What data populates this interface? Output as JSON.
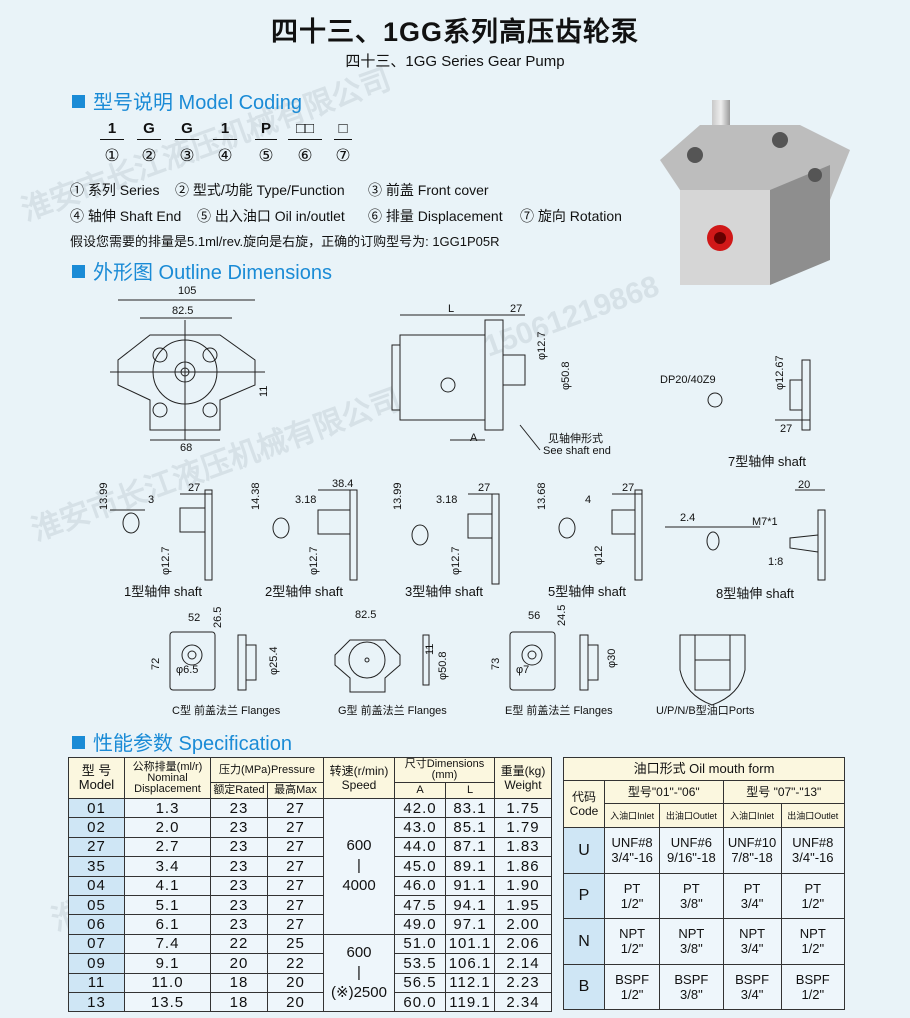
{
  "title": "四十三、1GG系列高压齿轮泵",
  "subtitle": "四十三、1GG Series Gear Pump",
  "watermark": {
    "company": "淮安市长江液压机械有限公司",
    "phone": "15061219868"
  },
  "model_coding": {
    "heading": "型号说明 Model Coding",
    "codes": [
      "1",
      "G",
      "G",
      "1",
      "P",
      "□□",
      "□"
    ],
    "numbers": [
      "①",
      "②",
      "③",
      "④",
      "⑤",
      "⑥",
      "⑦"
    ],
    "legend_row1": [
      "① 系列 Series",
      "② 型式/功能 Type/Function",
      "③ 前盖 Front cover"
    ],
    "legend_row2": [
      "④ 轴伸 Shaft End",
      "⑤ 出入油口 Oil in/outlet",
      "⑥ 排量 Displacement",
      "⑦ 旋向 Rotation"
    ],
    "example": "假设您需要的排量是5.1ml/rev.旋向是右旋，正确的订购型号为: 1GG1P05R"
  },
  "outline": {
    "heading": "外形图 Outline Dimensions",
    "front": {
      "w105": "105",
      "w825": "82.5",
      "w68": "68",
      "h11": "11"
    },
    "side": {
      "L": "L",
      "d27": "27",
      "d127": "φ12.7",
      "d508": "φ50.8",
      "A": "A",
      "note_cn": "见轴伸形式",
      "note_en": "See shaft end"
    },
    "shaft7": {
      "spline": "DP20/40Z9",
      "d": "φ12.67",
      "len": "27",
      "label": "7型轴伸 shaft"
    },
    "shaft1": {
      "h": "13.99",
      "k": "3",
      "len": "27",
      "d": "φ12.7",
      "label": "1型轴伸 shaft"
    },
    "shaft2": {
      "h": "14.38",
      "k": "3.18",
      "len": "38.4",
      "d": "φ12.7",
      "label": "2型轴伸 shaft"
    },
    "shaft3": {
      "h": "13.99",
      "k": "3.18",
      "len": "27",
      "d": "φ12.7",
      "label": "3型轴伸 shaft"
    },
    "shaft5": {
      "h": "13.68",
      "k": "4",
      "len": "27",
      "d": "φ12",
      "label": "5型轴伸 shaft"
    },
    "shaft8": {
      "k": "2.4",
      "thread": "M7*1",
      "taper": "1:8",
      "len": "20",
      "label": "8型轴伸 shaft"
    },
    "flangeC": {
      "w": "52",
      "h": "26.5",
      "h2": "72",
      "hole": "φ6.5",
      "d": "φ25.4",
      "label": "C型 前盖法兰 Flanges"
    },
    "flangeG": {
      "w": "82.5",
      "h": "11",
      "d": "φ50.8",
      "label": "G型 前盖法兰 Flanges"
    },
    "flangeE": {
      "w": "56",
      "h": "24.5",
      "h2": "73",
      "hole": "φ7",
      "d": "φ30",
      "label": "E型 前盖法兰 Flanges"
    },
    "ports": {
      "label": "U/P/N/B型油口Ports"
    }
  },
  "spec": {
    "heading": "性能参数 Specification",
    "headers": {
      "model": "型 号",
      "model_en": "Model",
      "disp": "公称排量(ml/r)",
      "disp_en1": "Nominal",
      "disp_en2": "Displacement",
      "pressure": "压力(MPa)Pressure",
      "rated": "额定Rated",
      "max": "最高Max",
      "speed": "转速(r/min)",
      "speed_en": "Speed",
      "dim": "尺寸Dimensions",
      "dim_unit": "(mm)",
      "A": "A",
      "L": "L",
      "weight": "重量(kg)",
      "weight_en": "Weight"
    },
    "speed_groups": [
      {
        "top": "600",
        "sep": "|",
        "bottom": "4000"
      },
      {
        "top": "600",
        "sep": "|",
        "bottom": "(※)2500"
      }
    ],
    "rows": [
      {
        "model": "01",
        "disp": "1.3",
        "rated": "23",
        "max": "27",
        "A": "42.0",
        "L": "83.1",
        "w": "1.75"
      },
      {
        "model": "02",
        "disp": "2.0",
        "rated": "23",
        "max": "27",
        "A": "43.0",
        "L": "85.1",
        "w": "1.79"
      },
      {
        "model": "27",
        "disp": "2.7",
        "rated": "23",
        "max": "27",
        "A": "44.0",
        "L": "87.1",
        "w": "1.83"
      },
      {
        "model": "35",
        "disp": "3.4",
        "rated": "23",
        "max": "27",
        "A": "45.0",
        "L": "89.1",
        "w": "1.86"
      },
      {
        "model": "04",
        "disp": "4.1",
        "rated": "23",
        "max": "27",
        "A": "46.0",
        "L": "91.1",
        "w": "1.90"
      },
      {
        "model": "05",
        "disp": "5.1",
        "rated": "23",
        "max": "27",
        "A": "47.5",
        "L": "94.1",
        "w": "1.95"
      },
      {
        "model": "06",
        "disp": "6.1",
        "rated": "23",
        "max": "27",
        "A": "49.0",
        "L": "97.1",
        "w": "2.00"
      },
      {
        "model": "07",
        "disp": "7.4",
        "rated": "22",
        "max": "25",
        "A": "51.0",
        "L": "101.1",
        "w": "2.06"
      },
      {
        "model": "09",
        "disp": "9.1",
        "rated": "20",
        "max": "22",
        "A": "53.5",
        "L": "106.1",
        "w": "2.14"
      },
      {
        "model": "11",
        "disp": "11.0",
        "rated": "18",
        "max": "20",
        "A": "56.5",
        "L": "112.1",
        "w": "2.23"
      },
      {
        "model": "13",
        "disp": "13.5",
        "rated": "18",
        "max": "20",
        "A": "60.0",
        "L": "119.1",
        "w": "2.34"
      }
    ]
  },
  "oil": {
    "title": "油口形式 Oil mouth form",
    "code_cn": "代码",
    "code_en": "Code",
    "group1": "型号\"01\"-\"06\"",
    "group2": "型号 \"07\"-\"13\"",
    "inlet": "入油口Inlet",
    "outlet": "出油口Outlet",
    "rows": [
      {
        "code": "U",
        "c": [
          [
            "UNF#8",
            "3/4\"-16"
          ],
          [
            "UNF#6",
            "9/16\"-18"
          ],
          [
            "UNF#10",
            "7/8\"-18"
          ],
          [
            "UNF#8",
            "3/4\"-16"
          ]
        ]
      },
      {
        "code": "P",
        "c": [
          [
            "PT",
            "1/2\""
          ],
          [
            "PT",
            "3/8\""
          ],
          [
            "PT",
            "3/4\""
          ],
          [
            "PT",
            "1/2\""
          ]
        ]
      },
      {
        "code": "N",
        "c": [
          [
            "NPT",
            "1/2\""
          ],
          [
            "NPT",
            "3/8\""
          ],
          [
            "NPT",
            "3/4\""
          ],
          [
            "NPT",
            "1/2\""
          ]
        ]
      },
      {
        "code": "B",
        "c": [
          [
            "BSPF",
            "1/2\""
          ],
          [
            "BSPF",
            "3/8\""
          ],
          [
            "BSPF",
            "3/4\""
          ],
          [
            "BSPF",
            "1/2\""
          ]
        ]
      }
    ]
  },
  "colors": {
    "accent": "#1a8bd6",
    "background": "#e9f3f8",
    "header_bg": "#fbf7df",
    "model_col": "#cfe6f5"
  }
}
